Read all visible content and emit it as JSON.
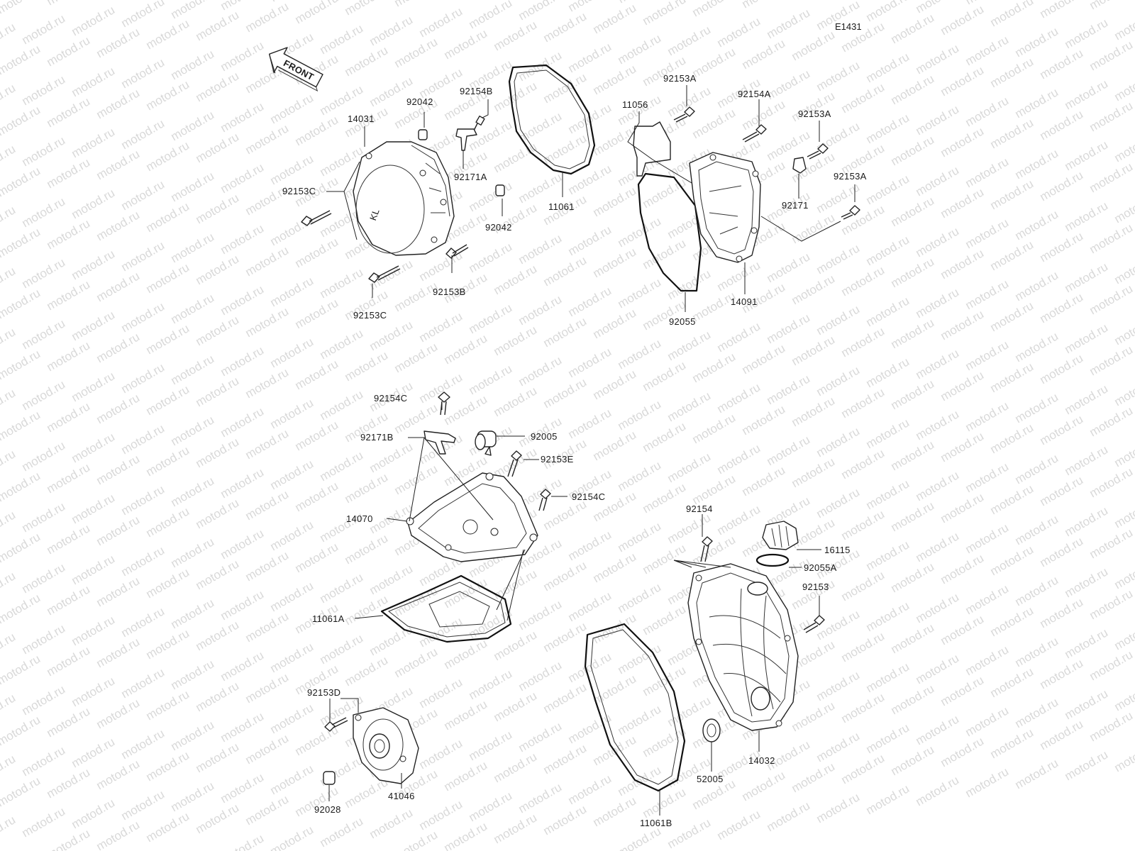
{
  "diagram_code": "E1431",
  "front_arrow_label": "FRONT",
  "watermark_text": "motod.ru",
  "colors": {
    "line": "#222222",
    "watermark": "#d9d9d9",
    "background": "#ffffff"
  },
  "labels": {
    "p14031": "14031",
    "p92042a": "92042",
    "p92154b": "92154B",
    "p92153c_a": "92153C",
    "p92171a": "92171A",
    "p92042b": "92042",
    "p11061": "11061",
    "p92153b": "92153B",
    "p92153c_b": "92153C",
    "p11056": "11056",
    "p92153a_a": "92153A",
    "p92154a": "92154A",
    "p92153a_b": "92153A",
    "p92171": "92171",
    "p92153a_c": "92153A",
    "p14091": "14091",
    "p92055": "92055",
    "p92154c_a": "92154C",
    "p92171b": "92171B",
    "p92005": "92005",
    "p92153e": "92153E",
    "p92154c_b": "92154C",
    "p14070": "14070",
    "p11061a": "11061A",
    "p92154": "92154",
    "p16115": "16115",
    "p92055a": "92055A",
    "p92153": "92153",
    "p92153d": "92153D",
    "p92028": "92028",
    "p41046": "41046",
    "p52005": "52005",
    "p14032": "14032",
    "p11061b": "11061B"
  }
}
